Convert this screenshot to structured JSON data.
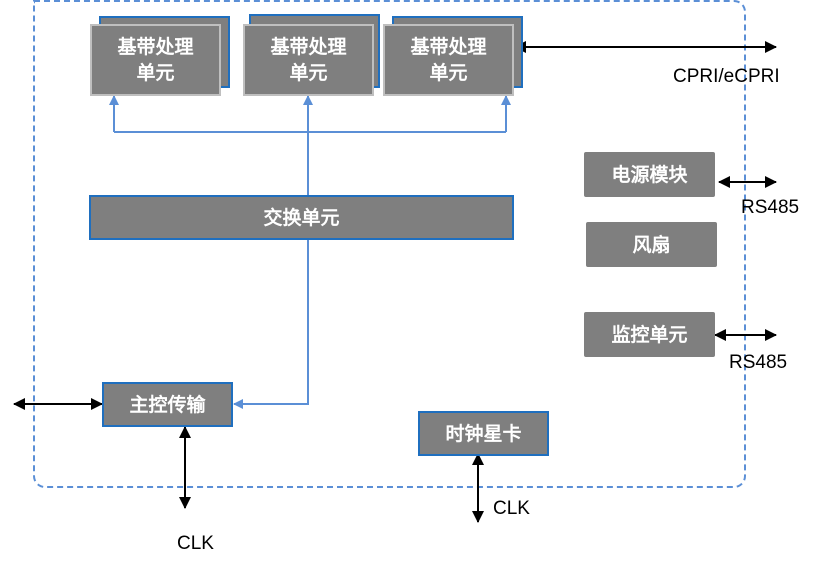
{
  "diagram": {
    "baseband_units": [
      {
        "label_line1": "基带处理",
        "label_line2": "单元"
      },
      {
        "label_line1": "基带处理",
        "label_line2": "单元"
      },
      {
        "label_line1": "基带处理",
        "label_line2": "单元"
      }
    ],
    "switch_unit": "交换单元",
    "main_control": "主控传输",
    "clock_card": "时钟星卡",
    "power_module": "电源模块",
    "fan": "风扇",
    "monitor_unit": "监控单元",
    "labels": {
      "cpri": "CPRI/eCPRI",
      "rs485_power": "RS485",
      "rs485_monitor": "RS485",
      "clk_main": "CLK",
      "clk_clock": "CLK"
    },
    "colors": {
      "box_fill": "#7f7f7f",
      "box_border": "#1f6fbf",
      "internal_link": "#5b8fd6",
      "external_link": "#000000",
      "frame": "#5b8fd6"
    }
  }
}
